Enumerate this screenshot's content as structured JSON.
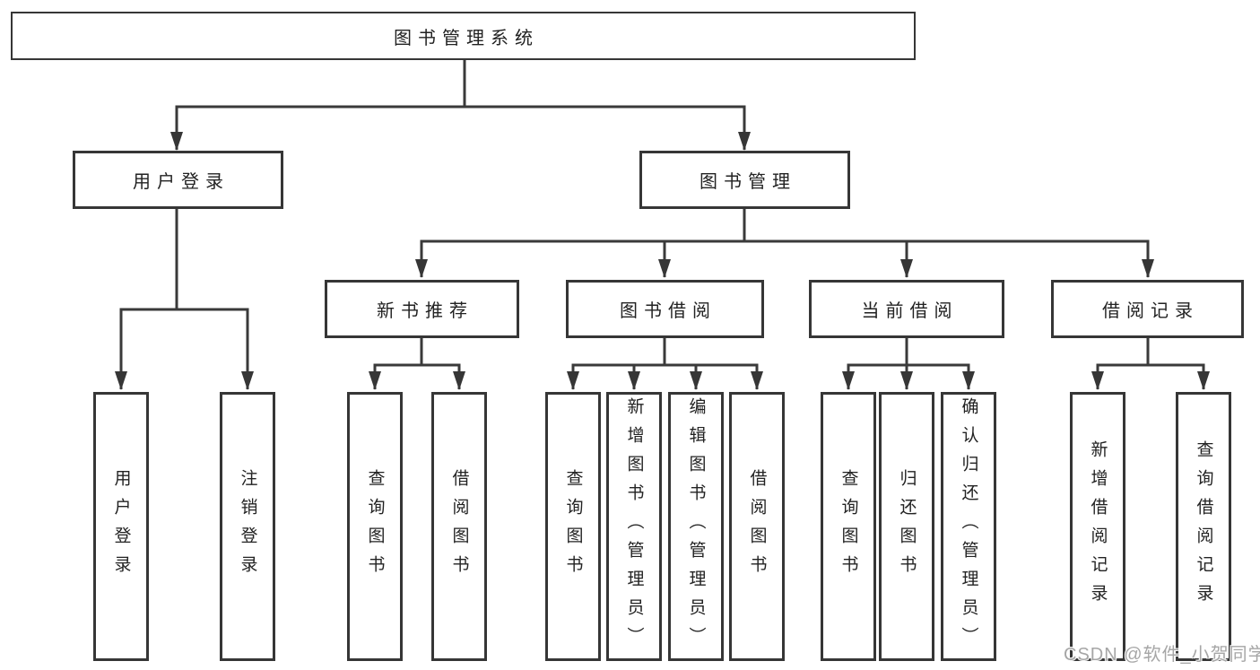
{
  "tree": {
    "root": {
      "label": "图书管理系统"
    },
    "level2": [
      {
        "label": "用户登录"
      },
      {
        "label": "图书管理"
      }
    ],
    "level3": [
      {
        "label": "新书推荐"
      },
      {
        "label": "图书借阅"
      },
      {
        "label": "当前借阅"
      },
      {
        "label": "借阅记录"
      }
    ],
    "leaves": {
      "user_login": [
        {
          "label": "用户登录"
        },
        {
          "label": "注销登录"
        }
      ],
      "new_book_recommend": [
        {
          "label": "查询图书"
        },
        {
          "label": "借阅图书"
        }
      ],
      "book_borrow": [
        {
          "label": "查询图书"
        },
        {
          "label": "新增图书（管理员）"
        },
        {
          "label": "编辑图书（管理员）"
        },
        {
          "label": "借阅图书"
        }
      ],
      "current_borrow": [
        {
          "label": "查询图书"
        },
        {
          "label": "归还图书"
        },
        {
          "label": "确认归还（管理员）"
        }
      ],
      "borrow_records": [
        {
          "label": "新增借阅记录"
        },
        {
          "label": "查询借阅记录"
        }
      ]
    }
  },
  "watermark": {
    "text": "CSDN @软件_小贺同学",
    "color": "#a6a6a6"
  },
  "colors": {
    "line": "#3a3a3a",
    "box_border": "#363636",
    "text": "#222222",
    "background": "#ffffff"
  }
}
